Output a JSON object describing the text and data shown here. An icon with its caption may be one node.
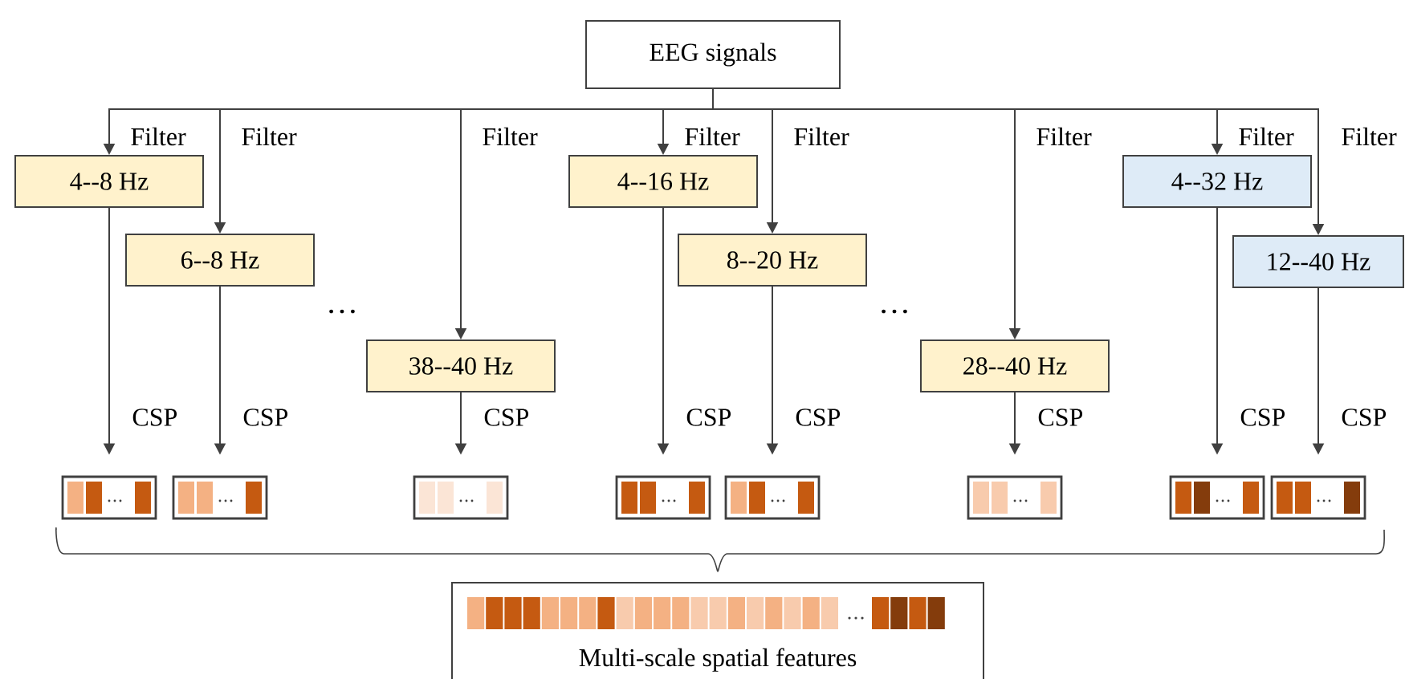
{
  "diagram": {
    "nodes": [
      {
        "text": [
          "EEG signals"
        ]
      },
      {
        "text": [
          "4--8 Hz"
        ]
      },
      {
        "text": [
          "6--8 Hz"
        ]
      },
      {
        "text": [
          "38--40 Hz"
        ]
      },
      {
        "text": [
          "4--16 Hz"
        ]
      },
      {
        "text": [
          "8--20 Hz"
        ]
      },
      {
        "text": [
          "28--40 Hz"
        ]
      },
      {
        "text": [
          "4--32 Hz"
        ]
      },
      {
        "text": [
          "12--40 Hz"
        ]
      },
      {
        "text": [],
        "shape": "bar"
      },
      {
        "text": [],
        "shape": "bar"
      },
      {
        "text": [],
        "shape": "bar"
      },
      {
        "text": [],
        "shape": "bar"
      },
      {
        "text": [],
        "shape": "bar"
      },
      {
        "text": [],
        "shape": "bar"
      },
      {
        "text": [],
        "shape": "bar"
      },
      {
        "text": [],
        "shape": "bar"
      },
      {
        "text": [
          "Multi-scale spatial features"
        ]
      }
    ],
    "edges": [
      {
        "from": 0,
        "to": 1,
        "arrow": "to",
        "label": "Filter"
      },
      {
        "from": 0,
        "to": 2,
        "arrow": "to",
        "label": "Filter"
      },
      {
        "from": 0,
        "to": 3,
        "arrow": "to",
        "label": "Filter"
      },
      {
        "from": 0,
        "to": 4,
        "arrow": "to",
        "label": "Filter"
      },
      {
        "from": 0,
        "to": 5,
        "arrow": "to",
        "label": "Filter"
      },
      {
        "from": 0,
        "to": 6,
        "arrow": "to",
        "label": "Filter"
      },
      {
        "from": 0,
        "to": 7,
        "arrow": "to",
        "label": "Filter"
      },
      {
        "from": 0,
        "to": 8,
        "arrow": "to",
        "label": "Filter"
      },
      {
        "from": 1,
        "to": 9,
        "arrow": "to",
        "label": "CSP"
      },
      {
        "from": 2,
        "to": 10,
        "arrow": "to",
        "label": "CSP"
      },
      {
        "from": 3,
        "to": 11,
        "arrow": "to",
        "label": "CSP"
      },
      {
        "from": 4,
        "to": 12,
        "arrow": "to",
        "label": "CSP"
      },
      {
        "from": 5,
        "to": 13,
        "arrow": "to",
        "label": "CSP"
      },
      {
        "from": 6,
        "to": 14,
        "arrow": "to",
        "label": "CSP"
      },
      {
        "from": 7,
        "to": 15,
        "arrow": "to",
        "label": "CSP"
      },
      {
        "from": 8,
        "to": 16,
        "arrow": "to",
        "label": "CSP"
      }
    ],
    "labels": [
      "…",
      "…"
    ]
  }
}
